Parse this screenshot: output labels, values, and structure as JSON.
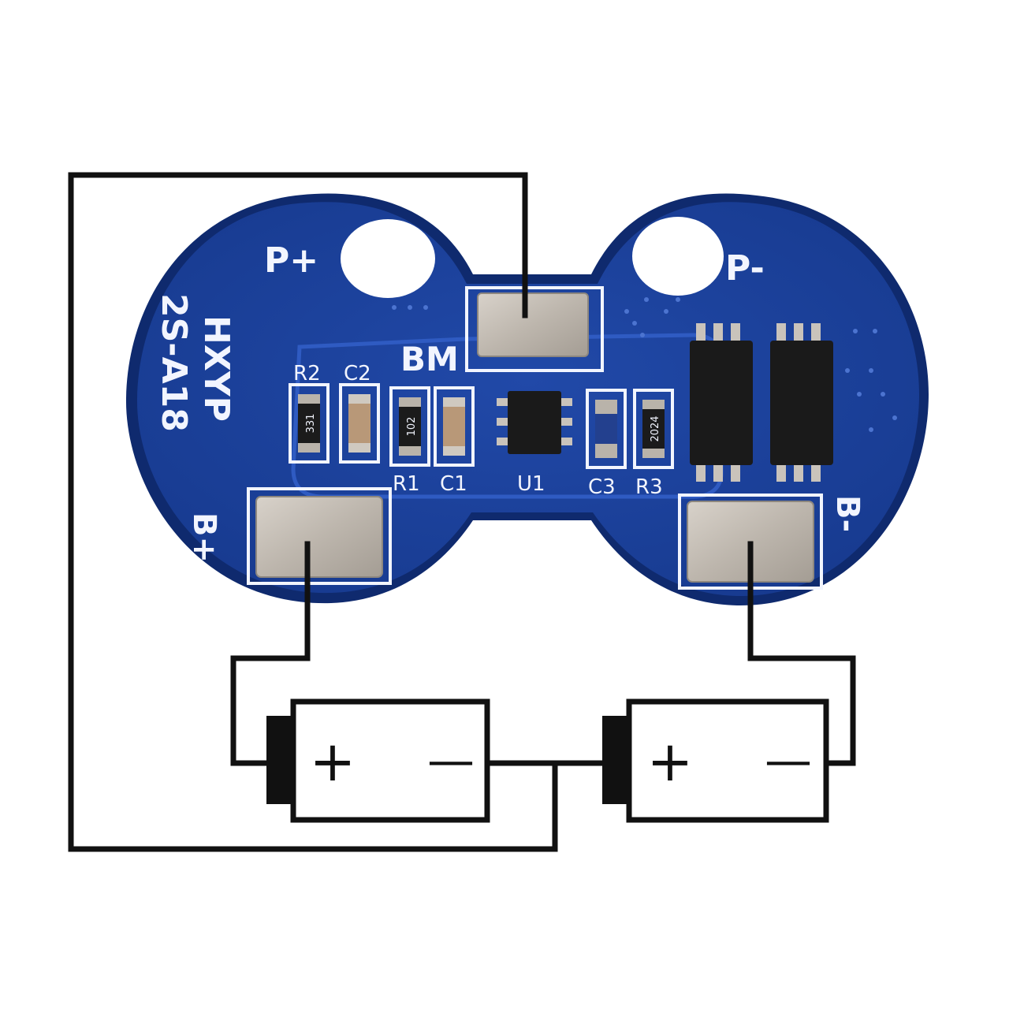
{
  "board": {
    "model_line1": "HXYP",
    "model_line2": "2S-A18",
    "pads": {
      "p_plus": "P+",
      "p_minus": "P-",
      "bm": "BM",
      "b_plus": "B+",
      "b_minus": "B-"
    },
    "components": {
      "r2": "R2",
      "c2": "C2",
      "r1": "R1",
      "c1": "C1",
      "u1": "U1",
      "c3": "C3",
      "r3": "R3"
    },
    "resistor_codes": {
      "r2": "331",
      "r1": "102",
      "r3": "2024"
    }
  },
  "batteries": [
    {
      "plus": "+",
      "minus": "—"
    },
    {
      "plus": "+",
      "minus": "—"
    }
  ],
  "colors": {
    "pcb": "#1b3f9a",
    "pcb_edge": "#0f2a6e",
    "silkscreen": "#f2f5ff",
    "pad": "#c9c3bb",
    "chip": "#1a1a1a",
    "wire": "#111111"
  }
}
